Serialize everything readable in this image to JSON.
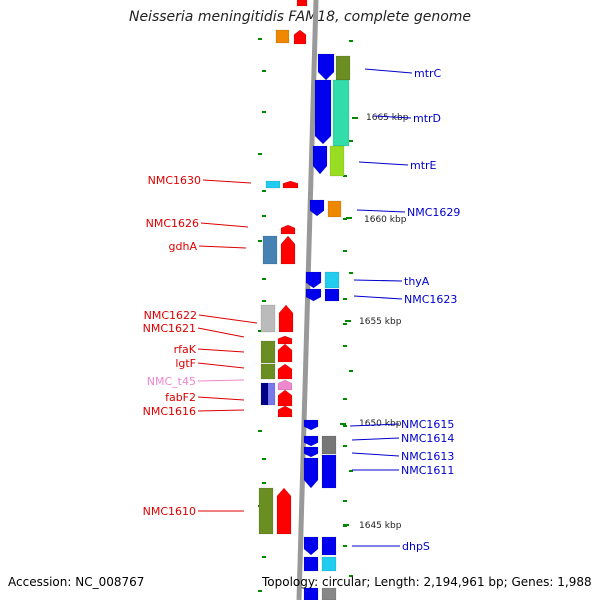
{
  "title": "Neisseria meningitidis FAM18, complete genome",
  "accession_text": "Accession: NC_008767",
  "topology_text": "Topology: circular; Length: 2,194,961 bp; Genes: 1,988",
  "kbp_labels": [
    "1665 kbp",
    "1660 kbp",
    "1655 kbp",
    "1650 kbp",
    "1645 kbp"
  ],
  "left_labels": [
    {
      "text": "NMC1630",
      "color": "#dd0000"
    },
    {
      "text": "NMC1626",
      "color": "#dd0000"
    },
    {
      "text": "gdhA",
      "color": "#dd0000"
    },
    {
      "text": "NMC1622",
      "color": "#dd0000"
    },
    {
      "text": "NMC1621",
      "color": "#dd0000"
    },
    {
      "text": "rfaK",
      "color": "#dd0000"
    },
    {
      "text": "lgtF",
      "color": "#dd0000"
    },
    {
      "text": "NMC_t45",
      "color": "#ee88cc"
    },
    {
      "text": "fabF2",
      "color": "#dd0000"
    },
    {
      "text": "NMC1616",
      "color": "#dd0000"
    },
    {
      "text": "NMC1610",
      "color": "#dd0000"
    }
  ],
  "right_labels": [
    {
      "text": "mtrC",
      "color": "#0000cc"
    },
    {
      "text": "mtrD",
      "color": "#0000cc"
    },
    {
      "text": "mtrE",
      "color": "#0000cc"
    },
    {
      "text": "NMC1629",
      "color": "#0000cc"
    },
    {
      "text": "thyA",
      "color": "#0000cc"
    },
    {
      "text": "NMC1623",
      "color": "#0000cc"
    },
    {
      "text": "NMC1615",
      "color": "#0000cc"
    },
    {
      "text": "NMC1614",
      "color": "#0000cc"
    },
    {
      "text": "NMC1613",
      "color": "#0000cc"
    },
    {
      "text": "NMC1611",
      "color": "#0000cc"
    },
    {
      "text": "dhpS",
      "color": "#0000cc"
    }
  ],
  "colors": {
    "forward": "#ff0000",
    "reverse": "#0000ee",
    "backbone": "#999999",
    "tick": "#008800",
    "olive": "#6b8e23",
    "teal": "#33ddaa",
    "orange": "#ee8800",
    "steelblue": "#4682b4",
    "cyan": "#22ccee",
    "gray": "#bbbbbb",
    "navy": "#000088"
  }
}
